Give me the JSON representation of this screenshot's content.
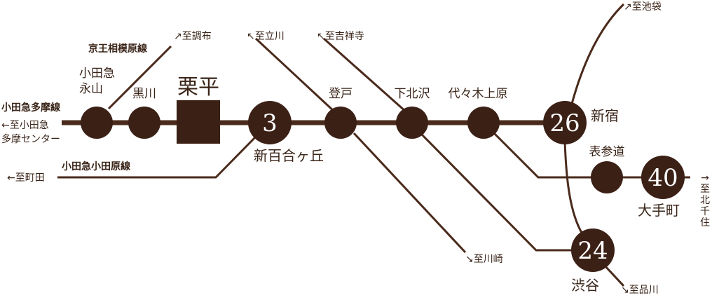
{
  "colors": {
    "line": "#4a2a1c",
    "node": "#3b2016",
    "text": "#3a2418",
    "node_text": "#ffffff"
  },
  "lines": {
    "odakyu_tama": "小田急多摩線",
    "keio_sagamihara": "京王相模原線",
    "odakyu_odawara": "小田急小田原線"
  },
  "stations": {
    "nagayama": "小田急\n永山",
    "kurokawa": "黒川",
    "kurihira": "栗平",
    "shinyurigaoka": "新百合ヶ丘",
    "noborito": "登戸",
    "shimokitazawa": "下北沢",
    "yoyogiuehara": "代々木上原",
    "shinjuku": "新宿",
    "omotesando": "表参道",
    "otemachi": "大手町",
    "shibuya": "渋谷"
  },
  "minutes": {
    "shinyurigaoka": "3",
    "shinjuku": "26",
    "otemachi": "40",
    "shibuya": "24"
  },
  "directions": {
    "chofu": "↗至調布",
    "tachikawa": "↖至立川",
    "kichijoji": "↖至吉祥寺",
    "ikebukuro": "↗至池袋",
    "odakyu_tama_center": "←至小田急\n多摩センター",
    "machida": "←至町田",
    "kawasaki": "↘至川崎",
    "shinagawa": "↘至品川",
    "kitasenju": "→\n至\n北\n千\n住"
  }
}
